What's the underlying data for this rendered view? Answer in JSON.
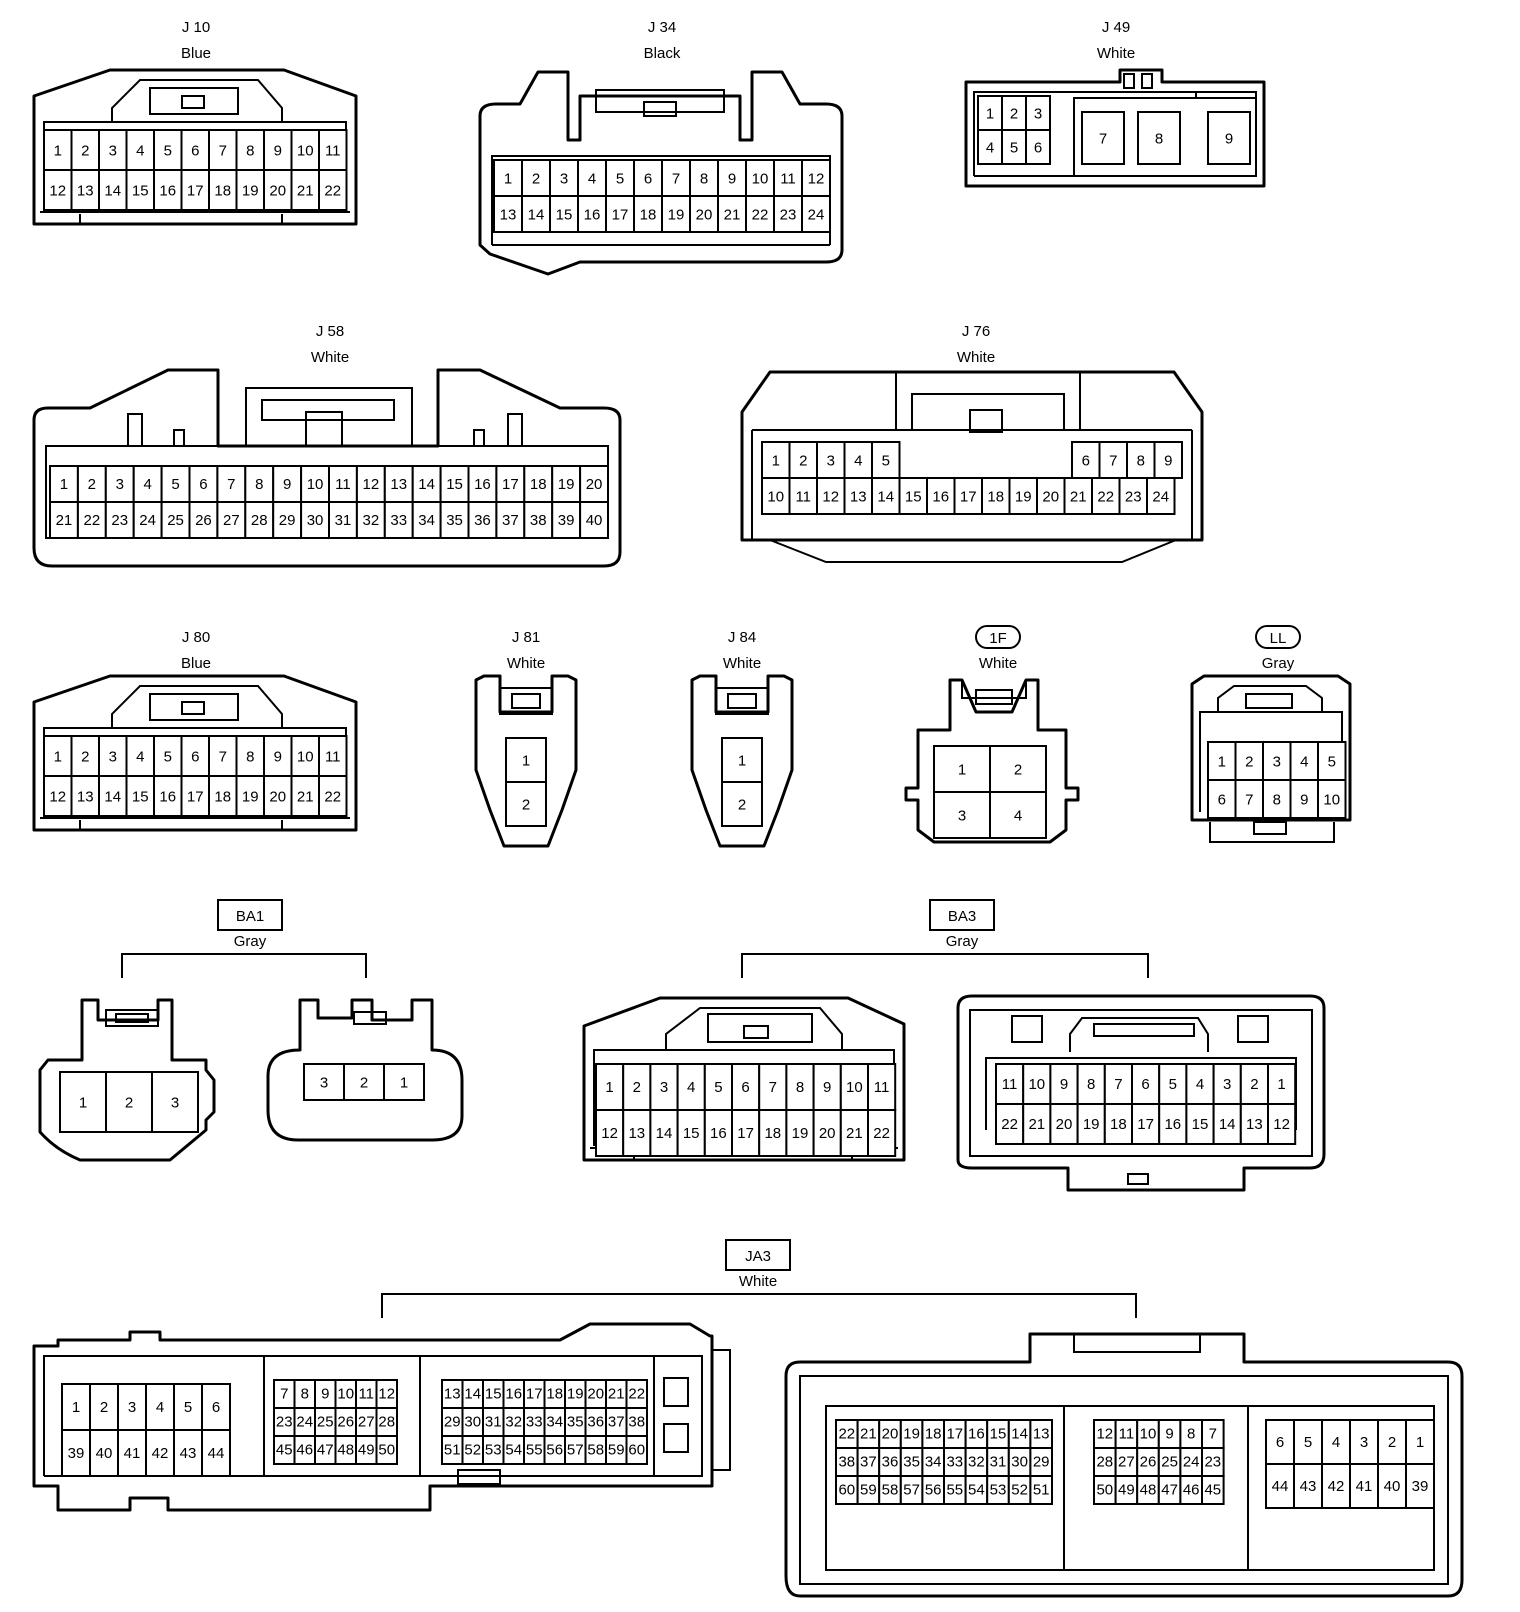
{
  "connectors": [
    {
      "id": "J10",
      "name": "J 10",
      "color": "Blue",
      "rows": [
        [
          "1",
          "2",
          "3",
          "4",
          "5",
          "6",
          "7",
          "8",
          "9",
          "10",
          "11"
        ],
        [
          "12",
          "13",
          "14",
          "15",
          "16",
          "17",
          "18",
          "19",
          "20",
          "21",
          "22"
        ]
      ]
    },
    {
      "id": "J34",
      "name": "J 34",
      "color": "Black",
      "rows": [
        [
          "1",
          "2",
          "3",
          "4",
          "5",
          "6",
          "7",
          "8",
          "9",
          "10",
          "11",
          "12"
        ],
        [
          "13",
          "14",
          "15",
          "16",
          "17",
          "18",
          "19",
          "20",
          "21",
          "22",
          "23",
          "24"
        ]
      ]
    },
    {
      "id": "J49",
      "name": "J 49",
      "color": "White",
      "rows": [
        [
          "1",
          "2",
          "3"
        ],
        [
          "4",
          "5",
          "6"
        ]
      ],
      "large_pins": [
        "7",
        "8",
        "9"
      ]
    },
    {
      "id": "J58",
      "name": "J 58",
      "color": "White",
      "rows": [
        [
          "1",
          "2",
          "3",
          "4",
          "5",
          "6",
          "7",
          "8",
          "9",
          "10",
          "11",
          "12",
          "13",
          "14",
          "15",
          "16",
          "17",
          "18",
          "19",
          "20"
        ],
        [
          "21",
          "22",
          "23",
          "24",
          "25",
          "26",
          "27",
          "28",
          "29",
          "30",
          "31",
          "32",
          "33",
          "34",
          "35",
          "36",
          "37",
          "38",
          "39",
          "40"
        ]
      ]
    },
    {
      "id": "J76",
      "name": "J 76",
      "color": "White",
      "rows": [
        [
          "1",
          "2",
          "3",
          "4",
          "5",
          "6",
          "7",
          "8",
          "9"
        ],
        [
          "10",
          "11",
          "12",
          "13",
          "14",
          "15",
          "16",
          "17",
          "18",
          "19",
          "20",
          "21",
          "22",
          "23",
          "24"
        ]
      ]
    },
    {
      "id": "J80",
      "name": "J 80",
      "color": "Blue",
      "rows": [
        [
          "1",
          "2",
          "3",
          "4",
          "5",
          "6",
          "7",
          "8",
          "9",
          "10",
          "11"
        ],
        [
          "12",
          "13",
          "14",
          "15",
          "16",
          "17",
          "18",
          "19",
          "20",
          "21",
          "22"
        ]
      ]
    },
    {
      "id": "J81",
      "name": "J 81",
      "color": "White",
      "rows": [
        [
          "1"
        ],
        [
          "2"
        ]
      ]
    },
    {
      "id": "J84",
      "name": "J 84",
      "color": "White",
      "rows": [
        [
          "1"
        ],
        [
          "2"
        ]
      ]
    },
    {
      "id": "1F",
      "name": "1F",
      "color": "White",
      "rows": [
        [
          "1",
          "2"
        ],
        [
          "3",
          "4"
        ]
      ]
    },
    {
      "id": "LL",
      "name": "LL",
      "color": "Gray",
      "rows": [
        [
          "1",
          "2",
          "3",
          "4",
          "5"
        ],
        [
          "6",
          "7",
          "8",
          "9",
          "10"
        ]
      ]
    }
  ],
  "groups": [
    {
      "id": "BA1",
      "name": "BA1",
      "color": "Gray",
      "left": [
        "1",
        "2",
        "3"
      ],
      "right": [
        "3",
        "2",
        "1"
      ]
    },
    {
      "id": "BA3",
      "name": "BA3",
      "color": "Gray",
      "left": [
        [
          "1",
          "2",
          "3",
          "4",
          "5",
          "6",
          "7",
          "8",
          "9",
          "10",
          "11"
        ],
        [
          "12",
          "13",
          "14",
          "15",
          "16",
          "17",
          "18",
          "19",
          "20",
          "21",
          "22"
        ]
      ],
      "right": [
        [
          "11",
          "10",
          "9",
          "8",
          "7",
          "6",
          "5",
          "4",
          "3",
          "2",
          "1"
        ],
        [
          "22",
          "21",
          "20",
          "19",
          "18",
          "17",
          "16",
          "15",
          "14",
          "13",
          "12"
        ]
      ]
    },
    {
      "id": "JA3",
      "name": "JA3",
      "color": "White",
      "left": {
        "a": [
          [
            "1",
            "2",
            "3",
            "4",
            "5",
            "6"
          ],
          [
            "39",
            "40",
            "41",
            "42",
            "43",
            "44"
          ]
        ],
        "b": [
          [
            "7",
            "8",
            "9",
            "10",
            "11",
            "12"
          ],
          [
            "23",
            "24",
            "25",
            "26",
            "27",
            "28"
          ],
          [
            "45",
            "46",
            "47",
            "48",
            "49",
            "50"
          ]
        ],
        "c": [
          [
            "13",
            "14",
            "15",
            "16",
            "17",
            "18",
            "19",
            "20",
            "21",
            "22"
          ],
          [
            "29",
            "30",
            "31",
            "32",
            "33",
            "34",
            "35",
            "36",
            "37",
            "38"
          ],
          [
            "51",
            "52",
            "53",
            "54",
            "55",
            "56",
            "57",
            "58",
            "59",
            "60"
          ]
        ]
      },
      "right": {
        "c": [
          [
            "22",
            "21",
            "20",
            "19",
            "18",
            "17",
            "16",
            "15",
            "14",
            "13"
          ],
          [
            "38",
            "37",
            "36",
            "35",
            "34",
            "33",
            "32",
            "31",
            "30",
            "29"
          ],
          [
            "60",
            "59",
            "58",
            "57",
            "56",
            "55",
            "54",
            "53",
            "52",
            "51"
          ]
        ],
        "b": [
          [
            "12",
            "11",
            "10",
            "9",
            "8",
            "7"
          ],
          [
            "28",
            "27",
            "26",
            "25",
            "24",
            "23"
          ],
          [
            "50",
            "49",
            "48",
            "47",
            "46",
            "45"
          ]
        ],
        "a": [
          [
            "6",
            "5",
            "4",
            "3",
            "2",
            "1"
          ],
          [
            "44",
            "43",
            "42",
            "41",
            "40",
            "39"
          ]
        ]
      }
    }
  ]
}
